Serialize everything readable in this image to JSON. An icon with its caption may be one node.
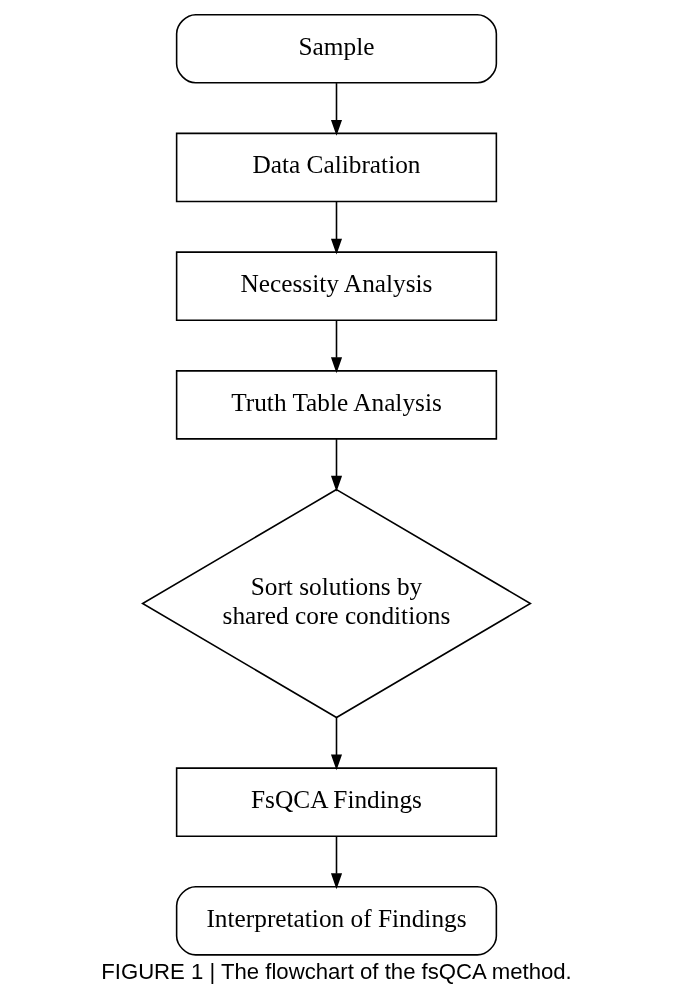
{
  "diagram": {
    "caption": "FIGURE 1 | The flowchart of the fsQCA method.",
    "nodes": [
      {
        "text": [
          "Sample"
        ]
      },
      {
        "text": [
          "Data Calibration"
        ]
      },
      {
        "text": [
          "Necessity Analysis"
        ]
      },
      {
        "text": [
          "Truth Table Analysis"
        ]
      },
      {
        "text": [
          "Sort solutions by shared core conditions"
        ]
      },
      {
        "text": [
          "FsQCA Findings"
        ]
      },
      {
        "text": [
          "Interpretation of Findings"
        ]
      }
    ],
    "edges": [
      {
        "from": 0,
        "to": 1,
        "arrow": "to"
      },
      {
        "from": 1,
        "to": 2,
        "arrow": "to"
      },
      {
        "from": 2,
        "to": 3,
        "arrow": "to"
      },
      {
        "from": 3,
        "to": 4,
        "arrow": "to"
      },
      {
        "from": 4,
        "to": 5,
        "arrow": "to"
      },
      {
        "from": 5,
        "to": 6,
        "arrow": "to"
      }
    ]
  }
}
